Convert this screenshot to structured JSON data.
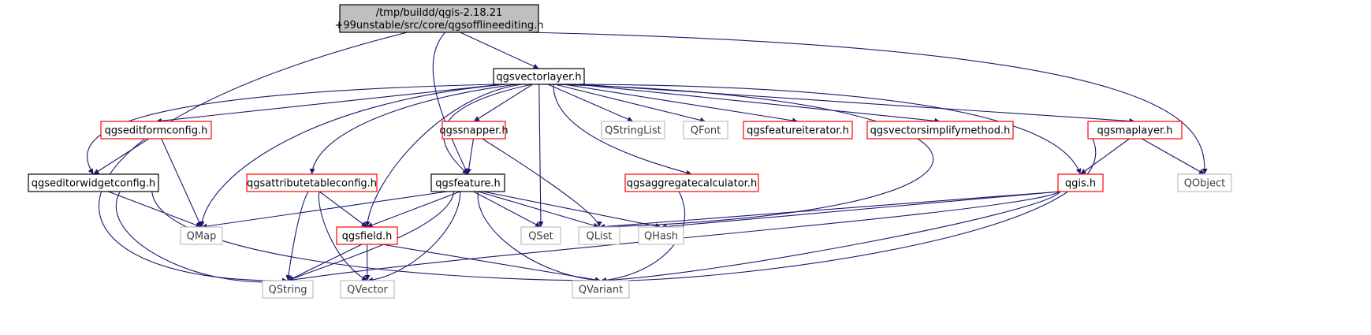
{
  "colors": {
    "edge": "#191970",
    "root_fill": "#bfbfbf",
    "black_border": "#000000",
    "red_border": "#ff0000",
    "grey_border": "#bfbfbf",
    "grey_text": "#404040",
    "text": "#000000"
  },
  "nodes": [
    {
      "id": "root",
      "lines": [
        "/tmp/buildd/qgis-2.18.21",
        "+99unstable/src/core/qgsofflineediting.h"
      ],
      "style": "root"
    },
    {
      "id": "qgsvectorlayer",
      "lines": [
        "qgsvectorlayer.h"
      ],
      "style": "black"
    },
    {
      "id": "qgseditformconfig",
      "lines": [
        "qgseditformconfig.h"
      ],
      "style": "red"
    },
    {
      "id": "qgssnapper",
      "lines": [
        "qgssnapper.h"
      ],
      "style": "red"
    },
    {
      "id": "qstringlist",
      "lines": [
        "QStringList"
      ],
      "style": "grey"
    },
    {
      "id": "qfont",
      "lines": [
        "QFont"
      ],
      "style": "grey"
    },
    {
      "id": "qgsfeatureiterator",
      "lines": [
        "qgsfeatureiterator.h"
      ],
      "style": "red"
    },
    {
      "id": "qgsvectorsimplifymethod",
      "lines": [
        "qgsvectorsimplifymethod.h"
      ],
      "style": "red"
    },
    {
      "id": "qgsmaplayer",
      "lines": [
        "qgsmaplayer.h"
      ],
      "style": "red"
    },
    {
      "id": "qgseditorwidgetconfig",
      "lines": [
        "qgseditorwidgetconfig.h"
      ],
      "style": "black"
    },
    {
      "id": "qgsattributetableconfig",
      "lines": [
        "qgsattributetableconfig.h"
      ],
      "style": "red"
    },
    {
      "id": "qgsfeature",
      "lines": [
        "qgsfeature.h"
      ],
      "style": "black"
    },
    {
      "id": "qgsaggregatecalculator",
      "lines": [
        "qgsaggregatecalculator.h"
      ],
      "style": "red"
    },
    {
      "id": "qgis",
      "lines": [
        "qgis.h"
      ],
      "style": "red"
    },
    {
      "id": "qobject",
      "lines": [
        "QObject"
      ],
      "style": "grey"
    },
    {
      "id": "qmap",
      "lines": [
        "QMap"
      ],
      "style": "grey"
    },
    {
      "id": "qgsfield",
      "lines": [
        "qgsfield.h"
      ],
      "style": "red"
    },
    {
      "id": "qset",
      "lines": [
        "QSet"
      ],
      "style": "grey"
    },
    {
      "id": "qlist",
      "lines": [
        "QList"
      ],
      "style": "grey"
    },
    {
      "id": "qhash",
      "lines": [
        "QHash"
      ],
      "style": "grey"
    },
    {
      "id": "qstring",
      "lines": [
        "QString"
      ],
      "style": "grey"
    },
    {
      "id": "qvector",
      "lines": [
        "QVector"
      ],
      "style": "grey"
    },
    {
      "id": "qvariant",
      "lines": [
        "QVariant"
      ],
      "style": "grey"
    }
  ],
  "edges": [
    [
      "root",
      "qgsvectorlayer"
    ],
    [
      "root",
      "qgsfeature"
    ],
    [
      "root",
      "qstring"
    ],
    [
      "root",
      "qobject"
    ],
    [
      "qgsvectorlayer",
      "qgseditformconfig"
    ],
    [
      "qgsvectorlayer",
      "qgseditorwidgetconfig"
    ],
    [
      "qgsvectorlayer",
      "qmap"
    ],
    [
      "qgsvectorlayer",
      "qgsattributetableconfig"
    ],
    [
      "qgsvectorlayer",
      "qgsfield"
    ],
    [
      "qgsvectorlayer",
      "qgssnapper"
    ],
    [
      "qgsvectorlayer",
      "qgsfeature"
    ],
    [
      "qgsvectorlayer",
      "qset"
    ],
    [
      "qgsvectorlayer",
      "qgsaggregatecalculator"
    ],
    [
      "qgsvectorlayer",
      "qstringlist"
    ],
    [
      "qgsvectorlayer",
      "qfont"
    ],
    [
      "qgsvectorlayer",
      "qgsfeatureiterator"
    ],
    [
      "qgsvectorlayer",
      "qgsvectorsimplifymethod"
    ],
    [
      "qgsvectorlayer",
      "qlist"
    ],
    [
      "qgsvectorlayer",
      "qgis"
    ],
    [
      "qgsvectorlayer",
      "qgsmaplayer"
    ],
    [
      "qgseditformconfig",
      "qgseditorwidgetconfig"
    ],
    [
      "qgseditformconfig",
      "qmap"
    ],
    [
      "qgseditorwidgetconfig",
      "qmap"
    ],
    [
      "qgseditorwidgetconfig",
      "qstring"
    ],
    [
      "qgseditorwidgetconfig",
      "qvariant"
    ],
    [
      "qgsattributetableconfig",
      "qgsfield"
    ],
    [
      "qgsattributetableconfig",
      "qstring"
    ],
    [
      "qgsattributetableconfig",
      "qvector"
    ],
    [
      "qgssnapper",
      "qgsfeature"
    ],
    [
      "qgssnapper",
      "qlist"
    ],
    [
      "qgsfeature",
      "qmap"
    ],
    [
      "qgsfeature",
      "qgsfield"
    ],
    [
      "qgsfeature",
      "qstring"
    ],
    [
      "qgsfeature",
      "qvector"
    ],
    [
      "qgsfeature",
      "qvariant"
    ],
    [
      "qgsfeature",
      "qset"
    ],
    [
      "qgsfeature",
      "qlist"
    ],
    [
      "qgsfeature",
      "qhash"
    ],
    [
      "qgsaggregatecalculator",
      "qvariant"
    ],
    [
      "qgsfield",
      "qstring"
    ],
    [
      "qgsfield",
      "qvector"
    ],
    [
      "qgsfield",
      "qvariant"
    ],
    [
      "qgsmaplayer",
      "qgis"
    ],
    [
      "qgsmaplayer",
      "qobject"
    ],
    [
      "qgsmaplayer",
      "qvariant"
    ],
    [
      "qgis",
      "qlist"
    ],
    [
      "qgis",
      "qhash"
    ],
    [
      "qgis",
      "qstring"
    ],
    [
      "qgis",
      "qvariant"
    ]
  ]
}
